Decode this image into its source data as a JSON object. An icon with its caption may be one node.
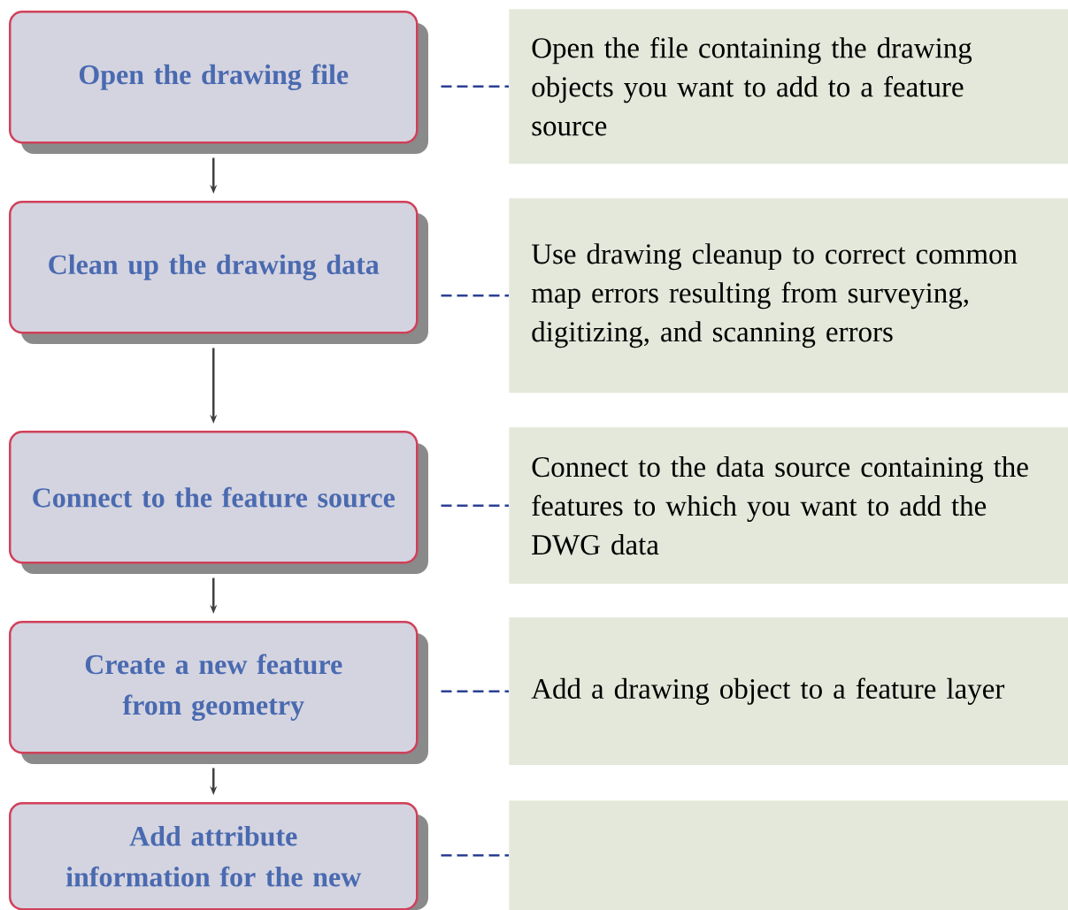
{
  "diagram": {
    "nodes": [
      {
        "text": [
          "Open the drawing file"
        ]
      },
      {
        "text": [
          "Clean up the drawing data"
        ]
      },
      {
        "text": [
          "Connect to the feature source"
        ]
      },
      {
        "text": [
          "Create a new feature from geometry"
        ]
      },
      {
        "text": [
          "Add attribute information for the new"
        ]
      },
      {
        "text": [
          "Open the file containing the drawing objects you want to add to a feature source"
        ]
      },
      {
        "text": [
          "Use drawing cleanup to correct common map errors resulting from surveying, digitizing, and scanning errors"
        ]
      },
      {
        "text": [
          "Connect to the data source containing the features to which you want to add the DWG data"
        ]
      },
      {
        "text": [
          "Add a drawing object to a feature layer"
        ]
      },
      {
        "text": [],
        "shape": "box"
      }
    ],
    "edges": [
      {
        "from": 0,
        "to": 1,
        "arrow": "to"
      },
      {
        "from": 1,
        "to": 2,
        "arrow": "to"
      },
      {
        "from": 2,
        "to": 3,
        "arrow": "to"
      },
      {
        "from": 3,
        "to": 4,
        "arrow": "to"
      },
      {
        "from": 0,
        "to": 5,
        "arrow": "none",
        "style": "dashed",
        "color": "#2b3f94"
      },
      {
        "from": 1,
        "to": 6,
        "arrow": "none",
        "style": "dashed",
        "color": "#2b3f94"
      },
      {
        "from": 2,
        "to": 7,
        "arrow": "none",
        "style": "dashed",
        "color": "#2b3f94"
      },
      {
        "from": 3,
        "to": 8,
        "arrow": "none",
        "style": "dashed",
        "color": "#2b3f94"
      },
      {
        "from": 4,
        "to": 9,
        "arrow": "none",
        "style": "dashed",
        "color": "#2b3f94"
      }
    ]
  }
}
